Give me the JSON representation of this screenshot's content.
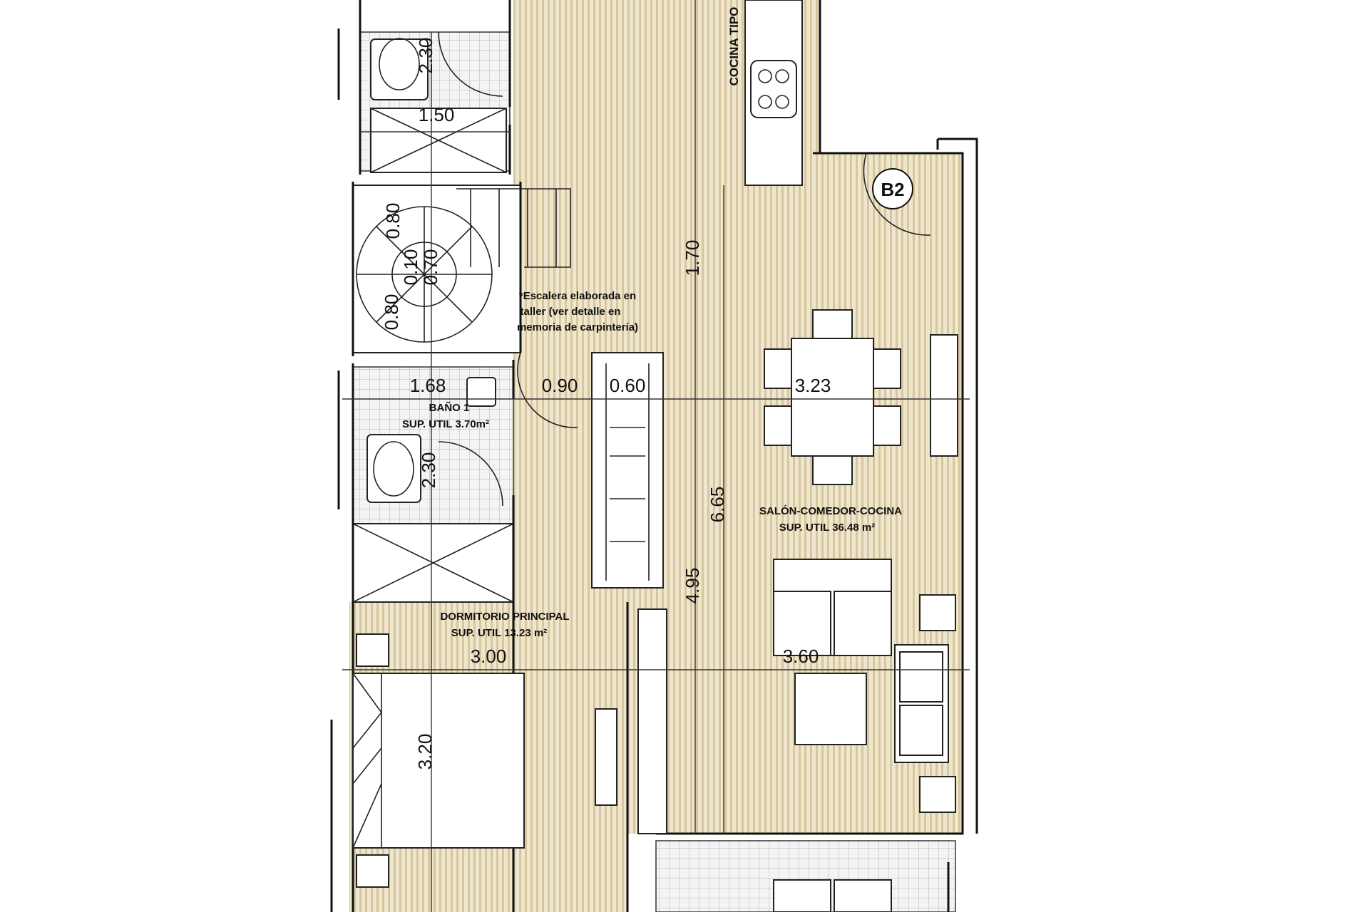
{
  "rooms": {
    "bano1_title": "BAÑO 1",
    "bano1_area": "SUP. UTIL 3.70m²",
    "salon_title": "SALÓN-COMEDOR-COCINA",
    "salon_area": "SUP. UTIL 36.48 m²",
    "dorm_title": "DORMITORIO PRINCIPAL",
    "dorm_area": "SUP. UTIL 13.23 m²",
    "kitchen_label": "COCINA TIPO",
    "unit_tag": "B2"
  },
  "note": {
    "line1": "*Escalera elaborada en",
    "line2": "taller (ver detalle en",
    "line3": "memoria de carpintería)"
  },
  "dimensions": {
    "d_2_30_top": "2.30",
    "d_1_50": "1.50",
    "d_0_80_a": "0.80",
    "d_0_10": "0.10",
    "d_0_70": "0.70",
    "d_0_80_b": "0.80",
    "d_1_70": "1.70",
    "d_1_68": "1.68",
    "d_0_90": "0.90",
    "d_0_60": "0.60",
    "d_3_23": "3.23",
    "d_2_30_bottom": "2.30",
    "d_6_65": "6.65",
    "d_4_95": "4.95",
    "d_3_00": "3.00",
    "d_3_60": "3.60",
    "d_3_20": "3.20"
  }
}
